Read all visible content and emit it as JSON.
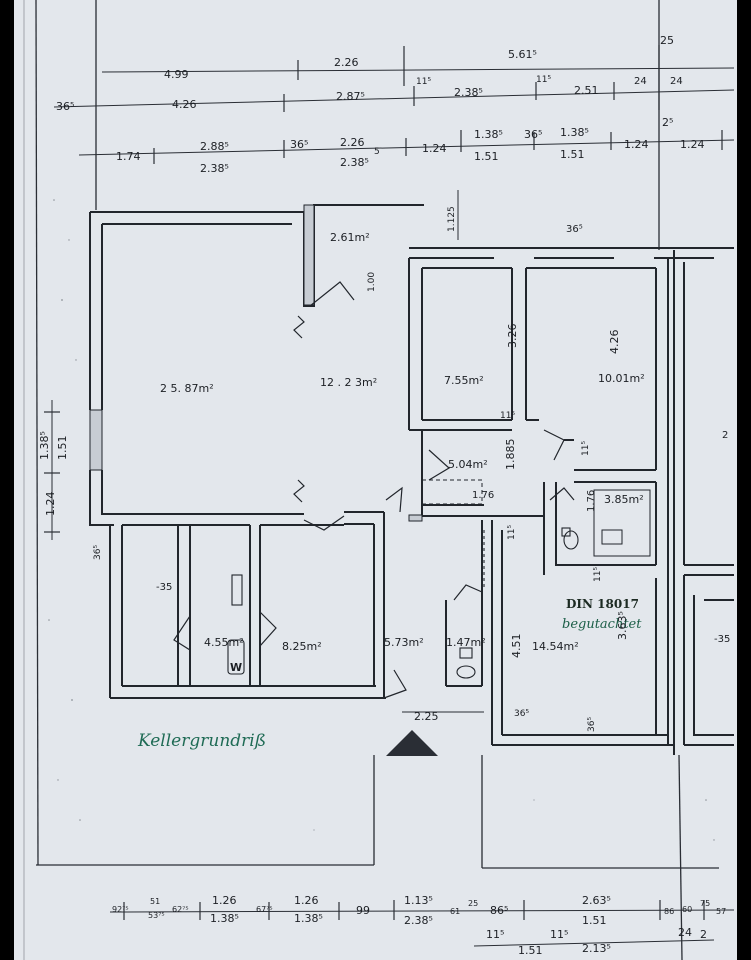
{
  "rooms": {
    "r1": "2 5. 87m²",
    "r2": "12 . 2 3m²",
    "r3": "2.61m²",
    "r4": "7.55m²",
    "r5": "10.01m²",
    "r6": "5.04m²",
    "r7": "3.85m²",
    "r8": "4.55m²",
    "r9": "8.25m²",
    "r10": "5.73m²",
    "r11": "1.47m²",
    "r12": "14.54m²"
  },
  "labels": {
    "w": "W",
    "minus35a": "-35",
    "minus35b": "-35",
    "din": "DIN 18017",
    "din2": "begutachtet",
    "keller": "Kellergrundriß",
    "edge2": "2"
  },
  "dims": {
    "top1": [
      "4.99",
      "2.26",
      "5.61⁵",
      "25"
    ],
    "top2": [
      "36⁵",
      "4.26",
      "2.87⁵",
      "11⁵",
      "2.38⁵",
      "11⁵",
      "2.51",
      "24",
      "24"
    ],
    "top3": [
      "1.74",
      "2.88⁵",
      "2.38⁵",
      "36⁵",
      "2.26",
      "2.38⁵",
      "5",
      "1.24",
      "1.38⁵",
      "1.51",
      "36⁵",
      "1.38⁵",
      "1.51",
      "1.24",
      "1.24",
      "2⁵"
    ],
    "interior": [
      "1.125",
      "36⁵",
      "1.00",
      "3.26",
      "4.26",
      "1.885",
      "11⁵",
      "1.76",
      "1.76",
      "11⁵",
      "4.51",
      "3.63⁵",
      "36⁵",
      "36⁵",
      "2.25",
      "11⁵",
      "11⁵"
    ],
    "left": [
      "1.38⁵",
      "1.51",
      "1.24",
      "36⁵"
    ],
    "bottom1": [
      "92⁷⁵",
      "51",
      "53⁷⁵",
      "62⁷⁵",
      "1.26",
      "1.38⁵",
      "67⁷⁵",
      "1.26",
      "1.38⁵",
      "99",
      "1.13⁵",
      "2.38⁵",
      "61",
      "25",
      "86⁵",
      "2.63⁵",
      "1.51",
      "86",
      "60",
      "75",
      "57"
    ],
    "bottom2": [
      "11⁵",
      "1.51",
      "11⁵",
      "2.13⁵",
      "24",
      "2"
    ]
  }
}
